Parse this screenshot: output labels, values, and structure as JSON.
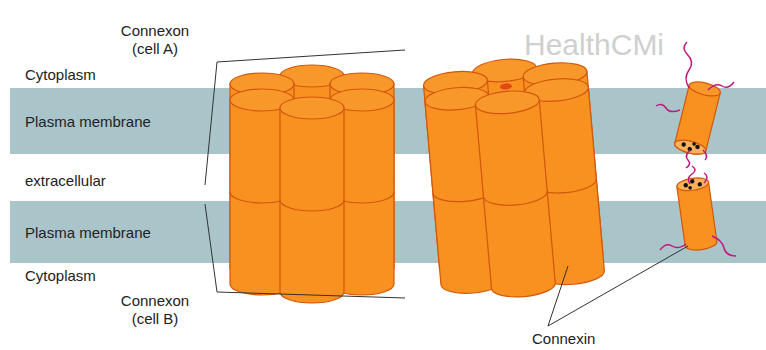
{
  "diagram": {
    "nodes": [
      {
        "text": [
          "Plasma membrane"
        ]
      },
      {
        "text": [
          "Plasma membrane"
        ]
      }
    ],
    "labels": [
      "Connexon (cell A)",
      "Cytoplasm",
      "extracellular",
      "Cytoplasm",
      "Connexon (cell B)",
      "Connexin",
      "HealthCMi"
    ]
  }
}
